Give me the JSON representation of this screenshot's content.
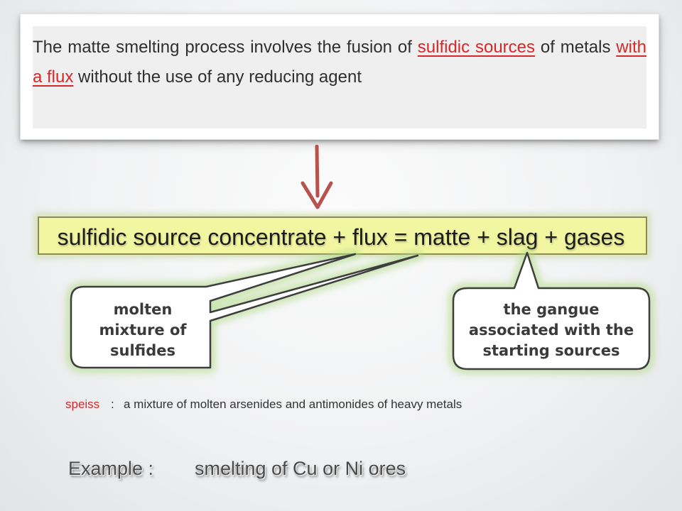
{
  "intro": {
    "t1": "The matte smelting process involves the fusion of ",
    "r1": "sulfidic sources",
    "t2": " of metals ",
    "r2": "with a flux",
    "t3": " without the use of any reducing agent"
  },
  "equation": "sulfidic source concentrate + flux = matte + slag + gases",
  "callouts": {
    "matte": [
      "molten",
      "mixture of",
      "sulfides"
    ],
    "slag": [
      "the gangue",
      "associated with the",
      "starting sources"
    ]
  },
  "speiss": {
    "term": "speiss",
    "colon": ":",
    "definition": "a mixture of molten arsenides and antimonides of heavy metals"
  },
  "example": {
    "label": "Example :",
    "value": "smelting of Cu or Ni ores"
  },
  "colors": {
    "highlight_red": "#d62828",
    "equation_box": "#f3f6a1",
    "arrow": "#b8524c",
    "callout_glow": "#b4dc8c"
  }
}
